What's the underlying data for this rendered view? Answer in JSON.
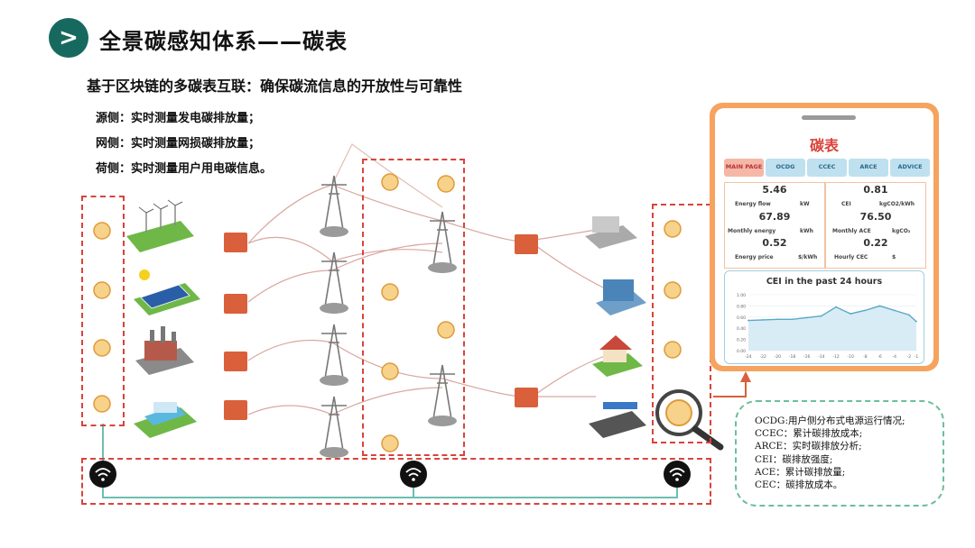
{
  "header": {
    "badge": ">",
    "title": "全景碳感知体系——碳表"
  },
  "subtitle": "基于区块链的多碳表互联：确保碳流信息的开放性与可靠性",
  "sides": [
    "源侧：实时测量发电碳排放量；",
    "网侧：实时测量网损碳排放量；",
    "荷侧：实时测量用户用电碳信息。"
  ],
  "phone": {
    "title": "碳表",
    "tabs": [
      "MAIN PAGE",
      "OCDG",
      "CCEC",
      "ARCE",
      "ADVICE"
    ],
    "metrics": [
      {
        "value": "5.46",
        "label": "Energy flow",
        "unit": "kW"
      },
      {
        "value": "0.81",
        "label": "CEI",
        "unit": "kgCO2/kWh"
      },
      {
        "value": "67.89",
        "label": "Monthly energy",
        "unit": "kWh"
      },
      {
        "value": "76.50",
        "label": "Monthly ACE",
        "unit": "kgCO₂"
      },
      {
        "value": "0.52",
        "label": "Energy price",
        "unit": "$/kWh"
      },
      {
        "value": "0.22",
        "label": "Hourly CEC",
        "unit": "$"
      }
    ],
    "chart_title": "CEI in the past 24 hours"
  },
  "chart_data": {
    "type": "line",
    "title": "CEI in the past 24 hours",
    "x": [
      -24,
      -22,
      -20,
      -18,
      -16,
      -14,
      -12,
      -10,
      -8,
      -6,
      -4,
      -2,
      -1
    ],
    "x_ticks": [
      "-24",
      "-22",
      "-20",
      "-18",
      "-16",
      "-14",
      "-12",
      "-10",
      "-8",
      "-6",
      "-4",
      "-2",
      "-1"
    ],
    "y_ticks": [
      "0.00",
      "0.20",
      "0.40",
      "0.60",
      "0.80",
      "1.00"
    ],
    "ylim": [
      0,
      1.0
    ],
    "series": [
      {
        "values": [
          0.54,
          0.55,
          0.56,
          0.56,
          0.59,
          0.62,
          0.78,
          0.66,
          0.72,
          0.8,
          0.72,
          0.64,
          0.52
        ]
      }
    ],
    "color": "#5aa8c8"
  },
  "legend": [
    "OCDG:用户侧分布式电源运行情况;",
    "CCEC：累计碳排放成本;",
    "ARCE：实时碳排放分析;",
    "CEI：碳排放强度;",
    "ACE：累计碳排放量;",
    "CEC：碳排放成本。"
  ],
  "colors": {
    "accent": "#17695f",
    "dash": "#d9433b",
    "phone_frame": "#f6a35f"
  }
}
